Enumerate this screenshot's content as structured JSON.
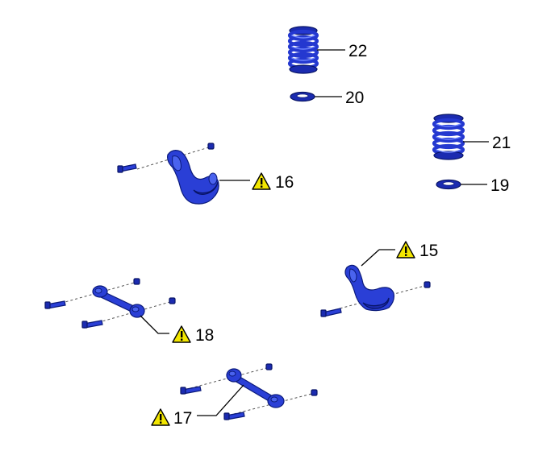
{
  "callouts": [
    {
      "id": "22",
      "label": "22",
      "warning": false
    },
    {
      "id": "20",
      "label": "20",
      "warning": false
    },
    {
      "id": "21",
      "label": "21",
      "warning": false
    },
    {
      "id": "19",
      "label": "19",
      "warning": false
    },
    {
      "id": "16",
      "label": "16",
      "warning": true
    },
    {
      "id": "15",
      "label": "15",
      "warning": true
    },
    {
      "id": "18",
      "label": "18",
      "warning": true
    },
    {
      "id": "17",
      "label": "17",
      "warning": true
    }
  ],
  "icons": {
    "warning": "warning-triangle-icon"
  },
  "colors": {
    "part": "#2a3fd6",
    "warning": "#f2e600"
  }
}
